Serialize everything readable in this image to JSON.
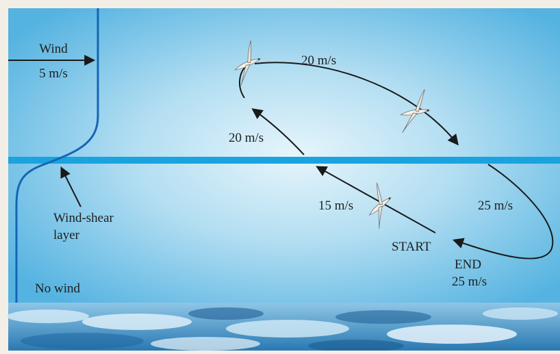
{
  "labels": {
    "wind": "Wind",
    "wind_speed": "5 m/s",
    "shear_line1": "Wind-shear",
    "shear_line2": "layer",
    "no_wind": "No wind",
    "top_speed": "20 m/s",
    "left_speed": "20 m/s",
    "low_speed": "15 m/s",
    "right_speed": "25 m/s",
    "start": "START",
    "end": "END",
    "end_speed": "25 m/s"
  },
  "icons": [
    "albatross-icon"
  ],
  "colors": {
    "sky_light": "#dff1fa",
    "sky_mid": "#9fd3ec",
    "sky_edge": "#5cb7e3",
    "shear_band": "#1aa3df",
    "profile_line": "#1565b5",
    "sea_dark": "#1b6ea8",
    "arrow": "#1a1a1a"
  }
}
